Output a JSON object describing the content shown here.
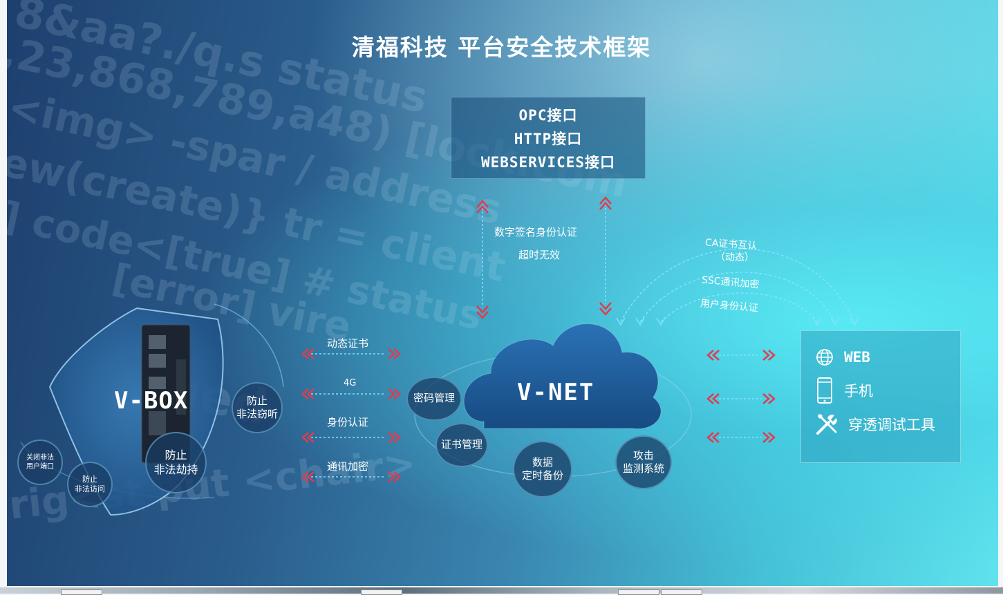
{
  "title": "清福科技 平台安全技术框架",
  "background_code": [
    "8&aa?./q.s status",
    ",23,868,789,a48) [lock.com",
    "<img> -spar / address",
    "ew(create)} tr = client",
    "] code<[true] # status",
    "[error] vire",
    "ged",
    "rig<st put <chair>"
  ],
  "interfaces": [
    "OPC接口",
    "HTTP接口",
    "WEBSERVICES接口"
  ],
  "vertical_link": {
    "line1": "数字签名身份认证",
    "line2": "超时无效"
  },
  "vbox": {
    "label": "V-BOX",
    "anti_eavesdrop": "防止\n非法窃听",
    "anti_hijack": "防止\n非法劫持",
    "close_ports": "关闭非法\n用户端口",
    "anti_access": "防止\n非法访问"
  },
  "left_links": [
    "动态证书",
    "4G",
    "身份认证",
    "通讯加密"
  ],
  "vnet": {
    "label": "V-NET",
    "password_mgmt": "密码管理",
    "cert_mgmt": "证书管理",
    "backup": "数据\n定时备份",
    "attack_monitor": "攻击\n监测系统"
  },
  "right_arcs": {
    "ca": "CA证书互认",
    "ca_sub": "（动态）",
    "ssc": "SSC通讯加密",
    "auth": "用户身份认证"
  },
  "clients": [
    {
      "icon": "globe-icon",
      "label": "WEB"
    },
    {
      "icon": "phone-icon",
      "label": "手机"
    },
    {
      "icon": "tools-icon",
      "label": "穿透调试工具"
    }
  ],
  "colors": {
    "arrow_red": "#e23b4e",
    "dash_cyan": "#7fe3ff",
    "cloud": "#1f5d98"
  }
}
